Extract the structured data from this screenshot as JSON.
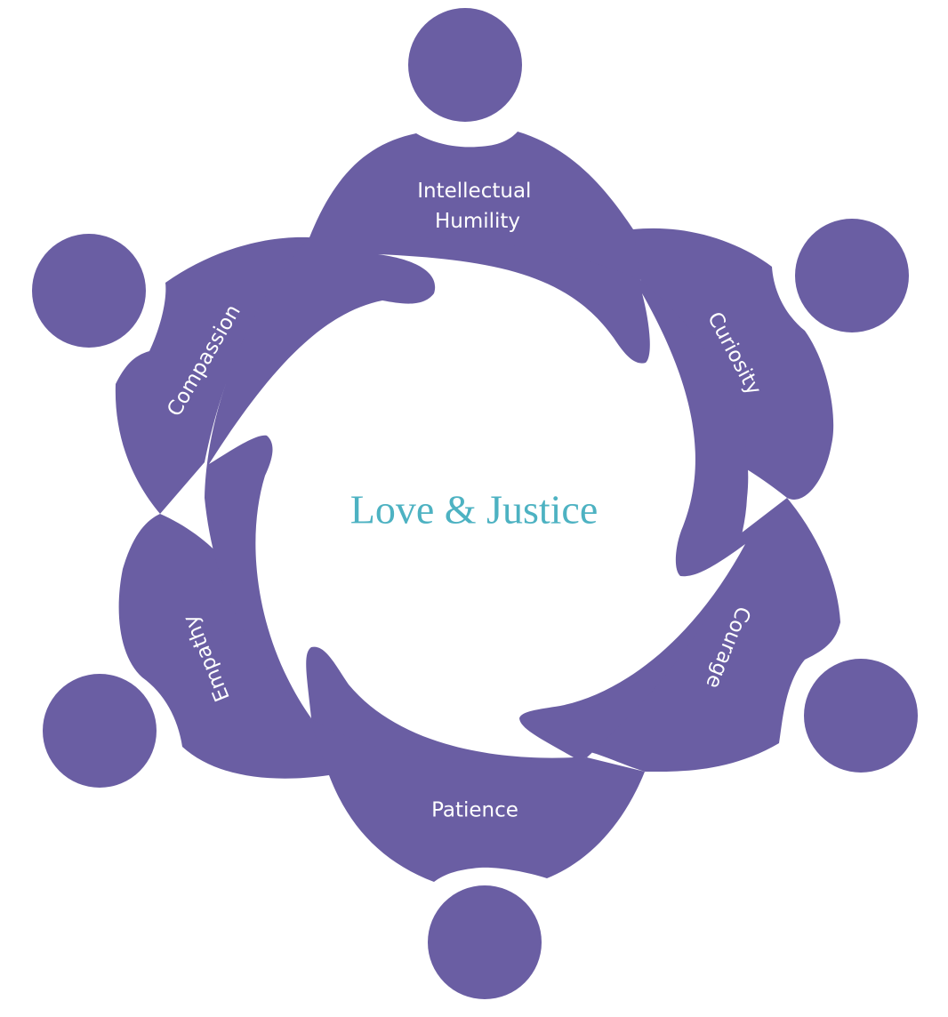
{
  "diagram": {
    "center_title": "Love & Justice",
    "members": [
      {
        "id": "intellectual-humility",
        "lines": [
          "Intellectual",
          "Humility"
        ]
      },
      {
        "id": "curiosity",
        "lines": [
          "Curiosity"
        ]
      },
      {
        "id": "courage",
        "lines": [
          "Courage"
        ]
      },
      {
        "id": "patience",
        "lines": [
          "Patience"
        ]
      },
      {
        "id": "empathy",
        "lines": [
          "Empathy"
        ]
      },
      {
        "id": "compassion",
        "lines": [
          "Compassion"
        ]
      }
    ],
    "colors": {
      "figure": "#6a5ea3",
      "title": "#4db2c2",
      "label": "#ffffff",
      "background": "#ffffff"
    },
    "icons": {
      "figure": "person-icon",
      "head": "head-icon"
    }
  }
}
